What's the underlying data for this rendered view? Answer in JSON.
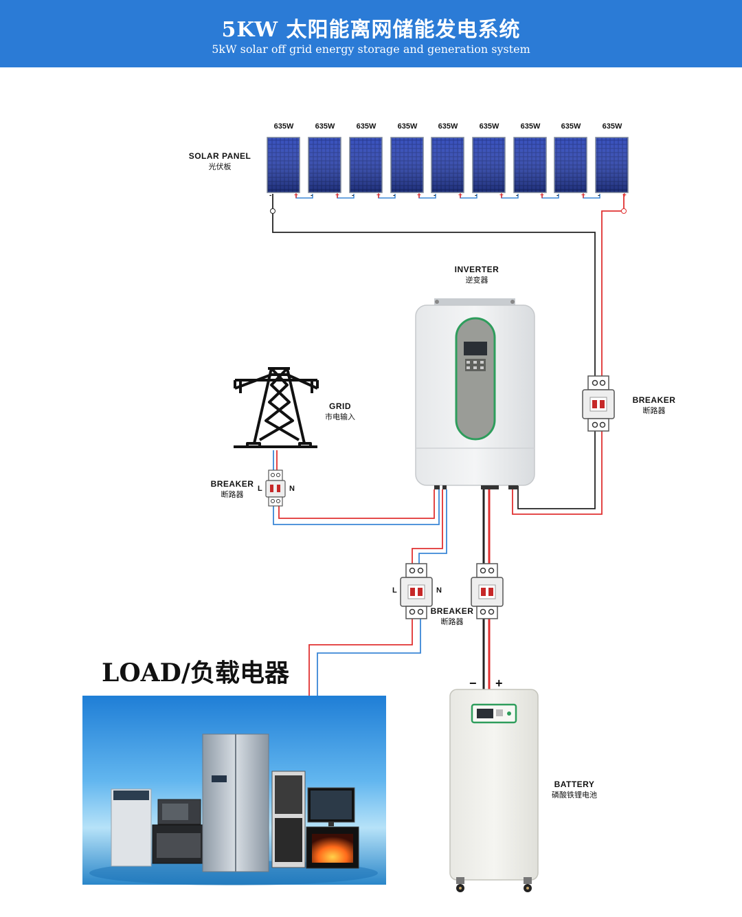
{
  "header": {
    "title_cn": "5KW 太阳能离网储能发电系统",
    "title_en": "5kW solar off grid energy storage and generation system",
    "background": "#2b7bd6"
  },
  "solar_panel": {
    "label_en": "SOLAR PANEL",
    "label_cn": "光伏板",
    "panel_ratings": [
      "635W",
      "635W",
      "635W",
      "635W",
      "635W",
      "635W",
      "635W",
      "635W",
      "635W"
    ]
  },
  "inverter": {
    "label_en": "INVERTER",
    "label_cn": "逆变器"
  },
  "grid": {
    "label_en": "GRID",
    "label_cn": "市电输入"
  },
  "breakers": {
    "pv": {
      "label_en": "BREAKER",
      "label_cn": "断路器"
    },
    "grid": {
      "label_en": "BREAKER",
      "label_cn": "断路器",
      "l": "L",
      "n": "N"
    },
    "load": {
      "label_en": "BREAKER",
      "label_cn": "断路器",
      "l": "L",
      "n": "N"
    }
  },
  "load": {
    "title": "LOAD/负载电器"
  },
  "battery": {
    "label_en": "BATTERY",
    "label_cn": "磷酸铁锂电池",
    "neg": "−",
    "pos": "+"
  },
  "colors": {
    "positive_wire": "#e03030",
    "negative_wire": "#222222",
    "neutral_wire": "#3a86d6"
  }
}
